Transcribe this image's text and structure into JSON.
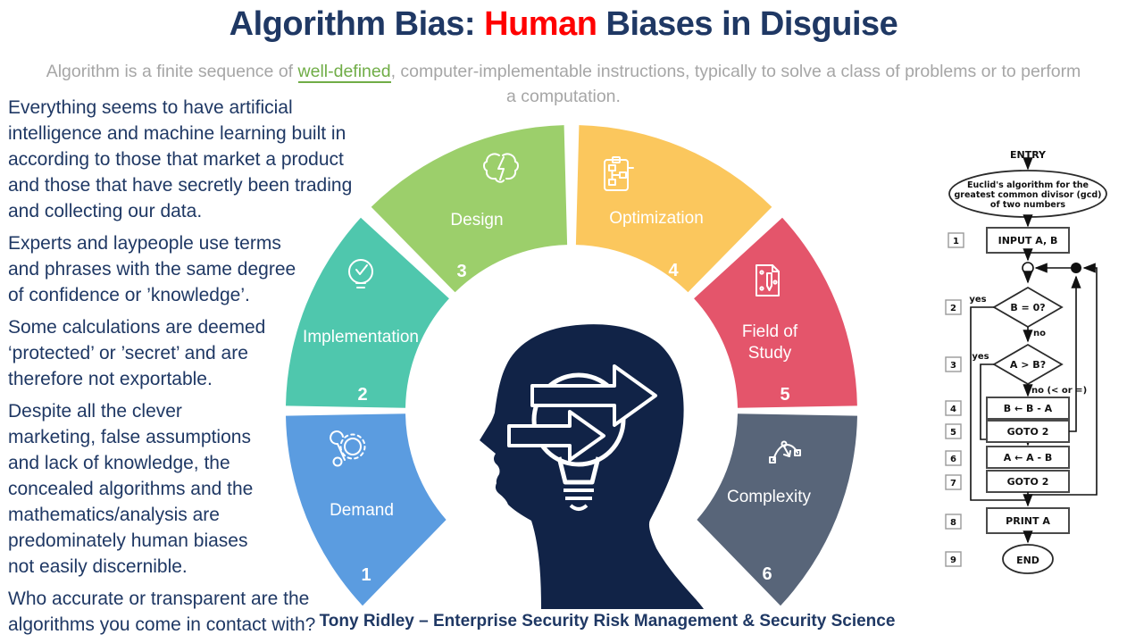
{
  "title": {
    "prefix": "Algorithm Bias: ",
    "highlight": "Human",
    "suffix": " Biases in Disguise"
  },
  "subtitle": {
    "before": "Algorithm is a finite sequence of ",
    "link": "well-defined",
    "after": ", computer-implementable instructions, typically to solve a class of problems or to perform a computation."
  },
  "left_panel": {
    "paragraphs": [
      "Everything seems to have artificial\nintelligence and machine learning built in\naccording to those that market a product\nand those that have secretly been trading\nand collecting our data.",
      "Experts and laypeople use terms\nand phrases with the same degree\nof confidence or ’knowledge’.",
      "Some calculations are deemed\n‘protected’ or ’secret’ and are\ntherefore not exportable.",
      "Despite all the clever\nmarketing, false assumptions\nand lack of knowledge, the\nconcealed algorithms and the\nmathematics/analysis are\npredominately human biases\nnot easily discernible.",
      "Who accurate or transparent are the\nalgorithms you come in contact with?"
    ]
  },
  "diagram": {
    "head_icon": "head-silhouette-with-lightbulb-and-arrows",
    "head_color": "#112347",
    "segments": [
      {
        "label": "Demand",
        "number": "1",
        "color": "#5B9CE0",
        "icon": "wrench-gear-icon"
      },
      {
        "label": "Implementation",
        "number": "2",
        "color": "#4FC7AD",
        "icon": "lightbulb-check-icon"
      },
      {
        "label": "Design",
        "number": "3",
        "color": "#9CCF6B",
        "icon": "brain-lightning-icon"
      },
      {
        "label": "Optimization",
        "number": "4",
        "color": "#FBC75D",
        "icon": "clipboard-flowchart-icon"
      },
      {
        "label": "Field of Study",
        "number": "5",
        "color": "#E4556B",
        "icon": "document-design-icon",
        "line1": "Field of",
        "line2": "Study"
      },
      {
        "label": "Complexity",
        "number": "6",
        "color": "#586579",
        "icon": "bezier-curve-icon"
      }
    ]
  },
  "flowchart": {
    "entry": "ENTRY",
    "start_line1": "Euclid's algorithm for the",
    "start_line2": "greatest common divisor (gcd)",
    "start_line3": "of two numbers",
    "steps": [
      {
        "num": "1",
        "text": "INPUT A, B"
      },
      {
        "num": "2",
        "text": "B = 0?"
      },
      {
        "num": "3",
        "text": "A > B?"
      },
      {
        "num": "4",
        "text": "B ← B - A"
      },
      {
        "num": "5",
        "text": "GOTO 2"
      },
      {
        "num": "6",
        "text": "A ← A - B"
      },
      {
        "num": "7",
        "text": "GOTO 2"
      },
      {
        "num": "8",
        "text": "PRINT A"
      },
      {
        "num": "9",
        "text": "END"
      }
    ],
    "labels": {
      "yes_b0": "yes",
      "no_b0": "no",
      "yes_ab": "yes",
      "no_ab": "no (< or =)"
    }
  },
  "credit": "Tony Ridley – Enterprise Security Risk Management & Security Science",
  "colors": {
    "title_navy": "#1F3864",
    "title_red": "#FF0000",
    "subtitle_gray": "#A6A6A6",
    "link_green": "#70AD47",
    "body_navy": "#1F3864",
    "head_navy": "#112347"
  }
}
